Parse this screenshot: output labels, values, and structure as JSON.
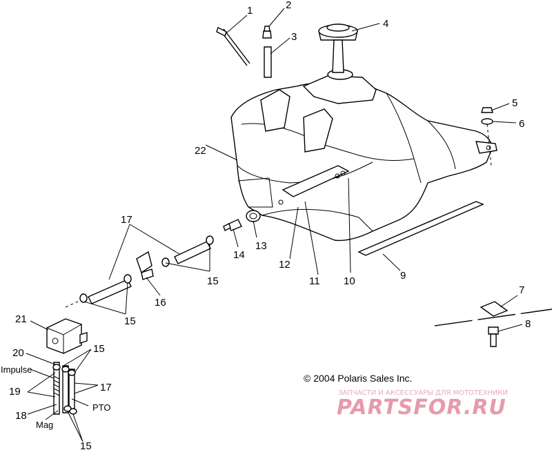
{
  "callouts": [
    "1",
    "2",
    "3",
    "4",
    "5",
    "6",
    "7",
    "8",
    "9",
    "10",
    "11",
    "12",
    "13",
    "14",
    "15",
    "16",
    "17",
    "18",
    "19",
    "20",
    "21",
    "22"
  ],
  "labels": {
    "impulse": "Impulse",
    "pto": "PTO",
    "mag": "Mag"
  },
  "copyright": "© 2004 Polaris Sales Inc.",
  "watermark": {
    "tagline": "ЗАПЧАСТИ И АКСЕССУАРЫ ДЛЯ МОТОТЕХНИКИ",
    "logo": "PARTSFOR.RU"
  }
}
